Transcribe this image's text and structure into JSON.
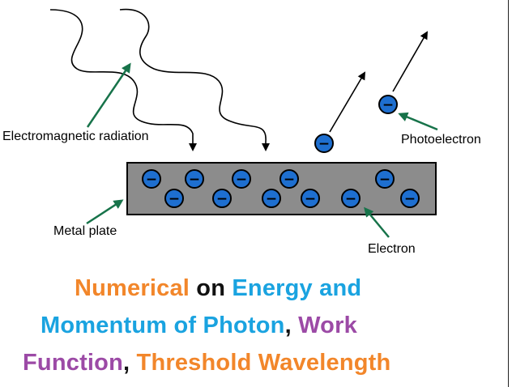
{
  "colors": {
    "plate_fill": "#8c8c8c",
    "plate_stroke": "#000000",
    "electron_fill": "#1e6fd0",
    "pointer_arrow": "#17734a",
    "orange": "#f2862a",
    "blue": "#1aa3e0",
    "purple": "#9c4aa6",
    "black": "#111111"
  },
  "labels": {
    "radiation": "Electromagnetic radiation",
    "photoelectron": "Photoelectron",
    "metal_plate": "Metal plate",
    "electron": "Electron"
  },
  "electron_symbol": "−",
  "headline": {
    "line1": [
      {
        "text": "Numerical",
        "color": "orange"
      },
      {
        "text": " on ",
        "color": "black"
      },
      {
        "text": "Energy and",
        "color": "blue"
      }
    ],
    "line2": [
      {
        "text": "Momentum of Photon",
        "color": "blue"
      },
      {
        "text": ", ",
        "color": "black"
      },
      {
        "text": "Work",
        "color": "purple"
      }
    ],
    "line3": [
      {
        "text": "Function",
        "color": "purple"
      },
      {
        "text": ", ",
        "color": "black"
      },
      {
        "text": "Threshold Wavelength",
        "color": "orange"
      }
    ]
  }
}
